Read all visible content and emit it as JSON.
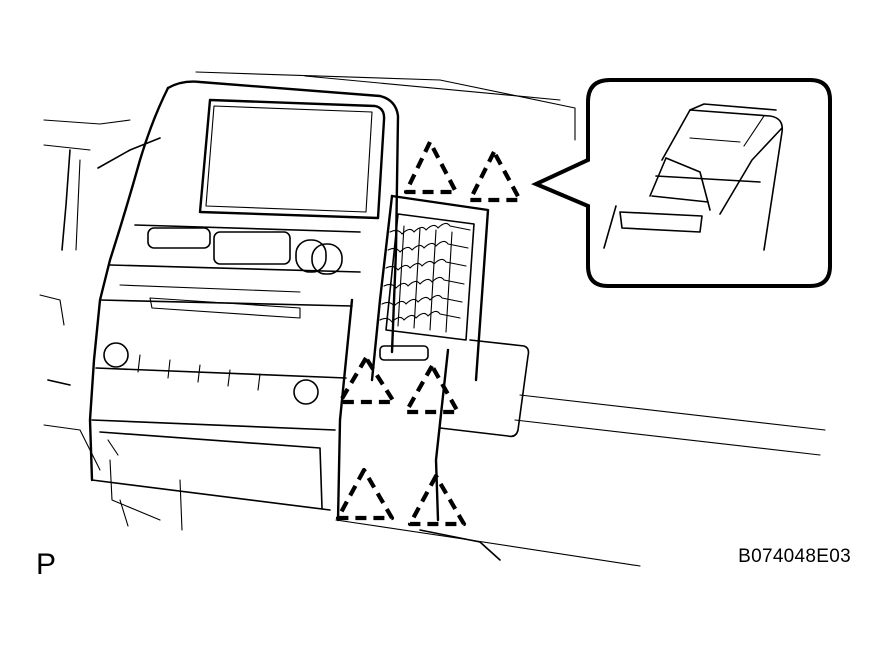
{
  "view_label": "P",
  "figure_code": "B074048E03",
  "callout": {
    "icon": "clip-detail-icon"
  },
  "clip_markers": {
    "icon": "dashed-triangle-clip-icon",
    "count": 6
  }
}
